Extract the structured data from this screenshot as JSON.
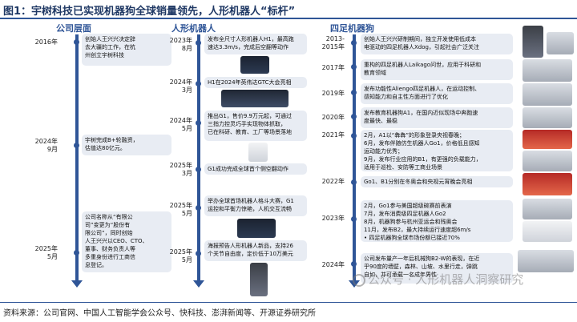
{
  "title": "图1：宇树科技已实现机器狗全球销量领先，人形机器人“标杆”",
  "columns": {
    "company": "公司层面",
    "humanoid": "人形机器人",
    "quadruped": "四足机器狗"
  },
  "company": [
    {
      "date": [
        "2016年"
      ],
      "lines": [
        "创始人王兴兴决定辞",
        "去大疆的工作，在杭",
        "州创立宇树科技"
      ]
    },
    {
      "date": [
        "2024年",
        "9月"
      ],
      "lines": [
        "宇树完成B+轮融资，",
        "估值达80亿元。"
      ]
    },
    {
      "date": [
        "2025年",
        "5月"
      ],
      "lines": [
        "公司名称从“有限公",
        "司”变更为“股份有",
        "限公司”，同时创始",
        "人王兴兴以CEO、CTO、",
        "董事、财务负责人等",
        "多重身份进行工商信",
        "息登记。"
      ]
    }
  ],
  "humanoid": [
    {
      "date": [
        "2023年",
        "8月"
      ],
      "lines": [
        "发布全尺寸人形机器人H1，最高跑",
        "速达3.3m/s，完成后空翻等动作"
      ]
    },
    {
      "date": [
        "2024年",
        "3月"
      ],
      "lines": [
        "H1在2024年英伟达GTC大会亮相"
      ]
    },
    {
      "date": [
        "2024年",
        "5月"
      ],
      "lines": [
        "推出G1，售价9.9万元起，可通过",
        "三指力控灵巧手实现物体抓取，",
        "已在科研、教育、工厂等场景落地"
      ]
    },
    {
      "date": [
        "2025年",
        "3月"
      ],
      "lines": [
        "G1成功完成全球首个侧空翻动作"
      ]
    },
    {
      "date": [
        "2025年",
        "5月"
      ],
      "lines": [
        "举办全球首场机器人格斗大赛，G1",
        "运控和平衡力惊艳，人机交互流畅"
      ]
    },
    {
      "date": [
        "2025年",
        "5月"
      ],
      "lines": [
        "海报预告人形机器人新品，支持26",
        "个关节自由度，定价低于10万美元"
      ]
    }
  ],
  "quadruped": [
    {
      "date": [
        "2013-",
        "2015年"
      ],
      "lines": [
        "创始人王兴兴研制期间，独立开发使用低成本",
        "电驱动的四足机器人Xdog，引起社会广泛关注"
      ]
    },
    {
      "date": [
        "2017年"
      ],
      "lines": [
        "重构的四足机器人Laikago问世，应用于科研和",
        "教育领域"
      ]
    },
    {
      "date": [
        "2019年"
      ],
      "lines": [
        "发布功能性Aliengo四足机器人，在运动控制、",
        "感知能力和自主性方面进行了优化"
      ]
    },
    {
      "date": [
        "2020年"
      ],
      "lines": [
        "发布教育机器狗A1，在国内近似现场中奔跑速",
        "度最快、最稳"
      ]
    },
    {
      "date": [
        "2021年"
      ],
      "lines": [
        "2月，A1以“犇犇”的形象登录央视春晚；",
        "6月，发布伴随仿生机器人Go1，价格低且感知",
        "运动能力优秀；",
        "9月，发布行业应用的B1，有更强的负载能力，",
        "适用于巡检、安防等工商业场景"
      ]
    },
    {
      "date": [
        "2022年"
      ],
      "lines": [
        "Go1、B1分别在冬奥会和央视元宵晚会亮相"
      ]
    },
    {
      "date": [
        "2023年"
      ],
      "lines": [
        "2月，Go1参与美国超级碗赛前表演",
        "7月，发布消费级四足机器人Go2",
        "8月，机器狗参与杭州亚运会和残奥会",
        "11月，发布B2，最大持续运行速度超6m/s",
        "• 四足机器狗全球市场份额已接近70%"
      ]
    },
    {
      "date": [
        "2024年"
      ],
      "lines": [
        "公司发布量产一年后机械狗B2-W的表现，在近",
        "乎90度的墙壁，森林、山坡、水里行走，弹跳",
        "自如，并可承载一名成年男性"
      ]
    }
  ],
  "source": "资料来源：公司官网、中国人工智能学会公众号、快科技、澎湃新闻等、开源证券研究所",
  "watermark": "公众号 · 人形机器人洞察研究",
  "icons": {
    "watermark": "wechat-icon"
  },
  "colors": {
    "accent": "#2f5597",
    "box": "#e8ecf3",
    "title": "#1f3864"
  }
}
